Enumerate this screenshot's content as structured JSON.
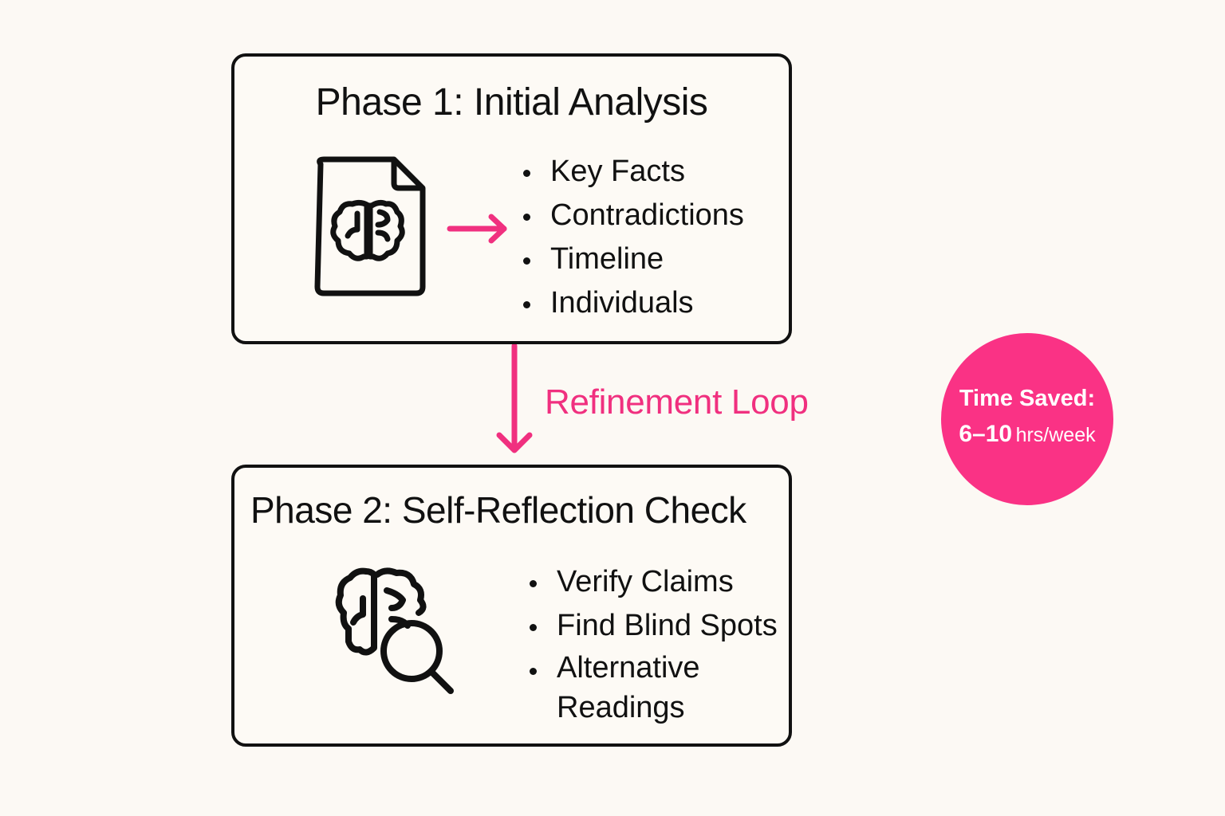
{
  "phase1": {
    "title": "Phase 1: Initial Analysis",
    "icon": "document-brain-icon",
    "items": [
      "Key Facts",
      "Contradictions",
      "Timeline",
      "Individuals"
    ]
  },
  "connector": {
    "label": "Refinement Loop",
    "icon": "down-arrow-icon"
  },
  "phase2": {
    "title": "Phase 2: Self-Reflection Check",
    "icon": "brain-search-icon",
    "items": [
      "Verify Claims",
      "Find Blind Spots",
      "Alternative Readings"
    ]
  },
  "badge": {
    "label": "Time Saved:",
    "value": "6–10",
    "unit": "hrs/week"
  },
  "colors": {
    "accent": "#f0307f",
    "badge": "#fa3285",
    "background": "#fcf9f4",
    "ink": "#111111"
  }
}
